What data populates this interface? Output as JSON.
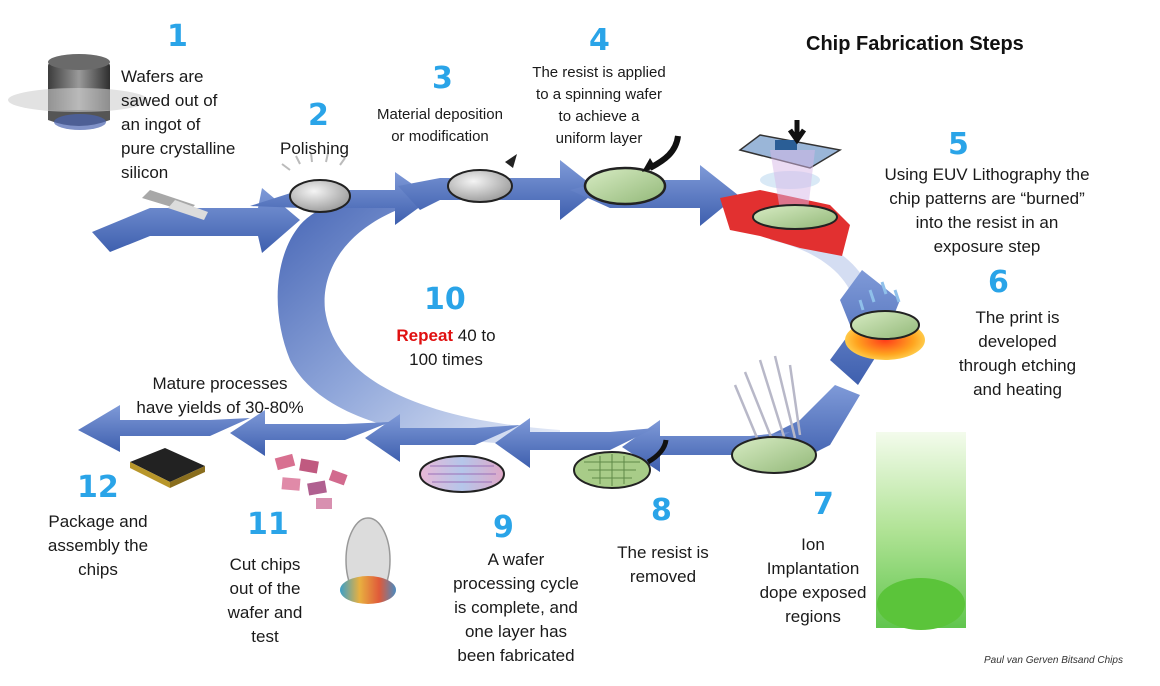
{
  "title": "Chip Fabrication Steps",
  "credit": "Paul van Gerven Bitsand Chips",
  "steps": [
    {
      "num": "1",
      "text": "Wafers are\nsawed out of\nan ingot of\npure crystalline\nsilicon"
    },
    {
      "num": "2",
      "text": "Polishing"
    },
    {
      "num": "3",
      "text": "Material deposition\nor modification"
    },
    {
      "num": "4",
      "text": "The resist is applied\nto a spinning wafer\nto achieve a\nuniform layer"
    },
    {
      "num": "5",
      "text": "Using EUV Lithography the\nchip patterns are “burned”\ninto the resist in an\nexposure step"
    },
    {
      "num": "6",
      "text": "The print is\ndeveloped\nthrough etching\nand heating"
    },
    {
      "num": "7",
      "text": "Ion\nImplantation\ndope exposed\nregions"
    },
    {
      "num": "8",
      "text": "The resist is\nremoved"
    },
    {
      "num": "9",
      "text": "A wafer\nprocessing cycle\nis complete, and\none layer has\nbeen fabricated"
    },
    {
      "num": "10",
      "repeat_word": "Repeat",
      "text": " 40 to\n100 times"
    },
    {
      "num": "11",
      "text": "Cut chips\nout of the\nwafer and\ntest"
    },
    {
      "num": "12",
      "text": "Package and\nassembly the\nchips"
    }
  ],
  "yield_note": "Mature processes\nhave yields of 30-80%",
  "colors": {
    "arrow": "#4a6bb8",
    "arrow_light": "#8ea6dc",
    "exposure_arrow": "#e23030",
    "step_number": "#2aa4e8",
    "repeat": "#e01010"
  }
}
